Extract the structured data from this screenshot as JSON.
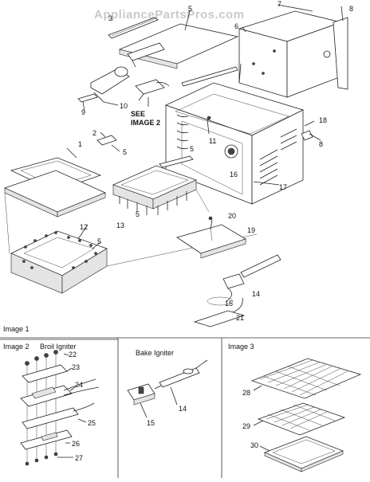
{
  "watermark": "AppliancePartsPros.com",
  "see_note": [
    "SEE",
    "IMAGE 2"
  ],
  "sections": {
    "image1": "Image 1",
    "image2": "Image 2",
    "broil_igniter": "Broil Igniter",
    "bake_igniter": "Bake Igniter",
    "image3": "Image 3"
  },
  "callouts": {
    "c1": "1",
    "c2": "2",
    "c3": "3",
    "c5a": "5",
    "c5b": "5",
    "c5c": "5",
    "c5d": "5",
    "c5e": "5",
    "c6": "6",
    "c7": "7",
    "c8a": "8",
    "c8b": "8",
    "c9": "9",
    "c10": "10",
    "c11": "11",
    "c12": "12",
    "c13": "13",
    "c14a": "14",
    "c15a": "15",
    "c16": "16",
    "c17": "17",
    "c18": "18",
    "c19": "19",
    "c20": "20",
    "c21": "21",
    "c22": "22",
    "c23": "23",
    "c24": "24",
    "c25": "25",
    "c26": "26",
    "c27": "27",
    "c14b": "14",
    "c15b": "15",
    "c28": "28",
    "c29": "29",
    "c30": "30"
  }
}
